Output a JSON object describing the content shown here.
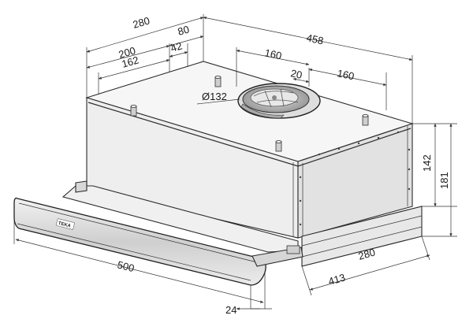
{
  "diagram": {
    "brand_logo_text": "TEKA",
    "dimensions": {
      "width_total": "458",
      "depth_top": "280",
      "depth_right": "280",
      "offset_80": "80",
      "offset_200": "200",
      "offset_42": "42",
      "offset_162": "162",
      "outlet_left": "160",
      "outlet_right": "160",
      "outlet_offset": "20",
      "outlet_diameter": "Ø132",
      "height_body": "142",
      "height_total": "181",
      "front_width": "500",
      "bottom_width": "413",
      "front_depth": "24"
    },
    "colors": {
      "line": "#2b2b2b",
      "face_front": "#eeeeee",
      "face_side": "#e2e2e2",
      "face_top": "#f6f6f6",
      "steel": "#d4d4d4"
    }
  }
}
